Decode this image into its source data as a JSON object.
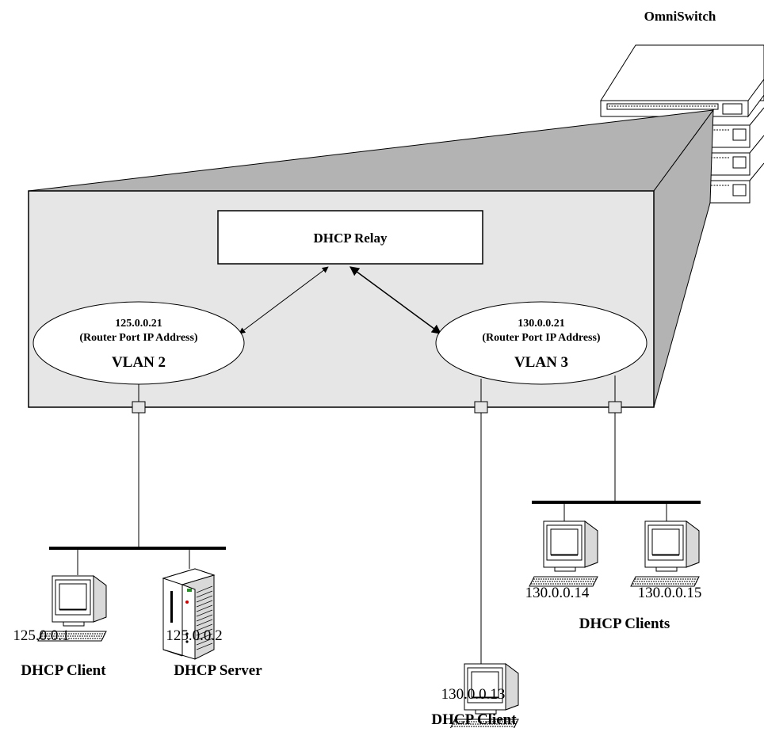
{
  "switch": {
    "label": "OmniSwitch"
  },
  "relay": {
    "label": "DHCP Relay"
  },
  "vlans": [
    {
      "ip": "125.0.0.21",
      "sub": "(Router Port IP Address)",
      "name": "VLAN 2"
    },
    {
      "ip": "130.0.0.21",
      "sub": "(Router Port IP Address)",
      "name": "VLAN 3"
    }
  ],
  "hosts": [
    {
      "ip": "125.0.0.1",
      "role": "DHCP Client",
      "kind": "workstation"
    },
    {
      "ip": "125.0.0.2",
      "role": "DHCP Server",
      "kind": "server"
    },
    {
      "ip": "130.0.0.13",
      "role": "DHCP Client",
      "kind": "workstation"
    },
    {
      "ip": "130.0.0.14",
      "kind": "workstation"
    },
    {
      "ip": "130.0.0.15",
      "kind": "workstation"
    }
  ],
  "groups": [
    {
      "label": "DHCP Clients"
    }
  ],
  "colors": {
    "box_fill": "#e6e6e6",
    "wedge_fill": "#b3b3b3",
    "line": "#000000"
  }
}
